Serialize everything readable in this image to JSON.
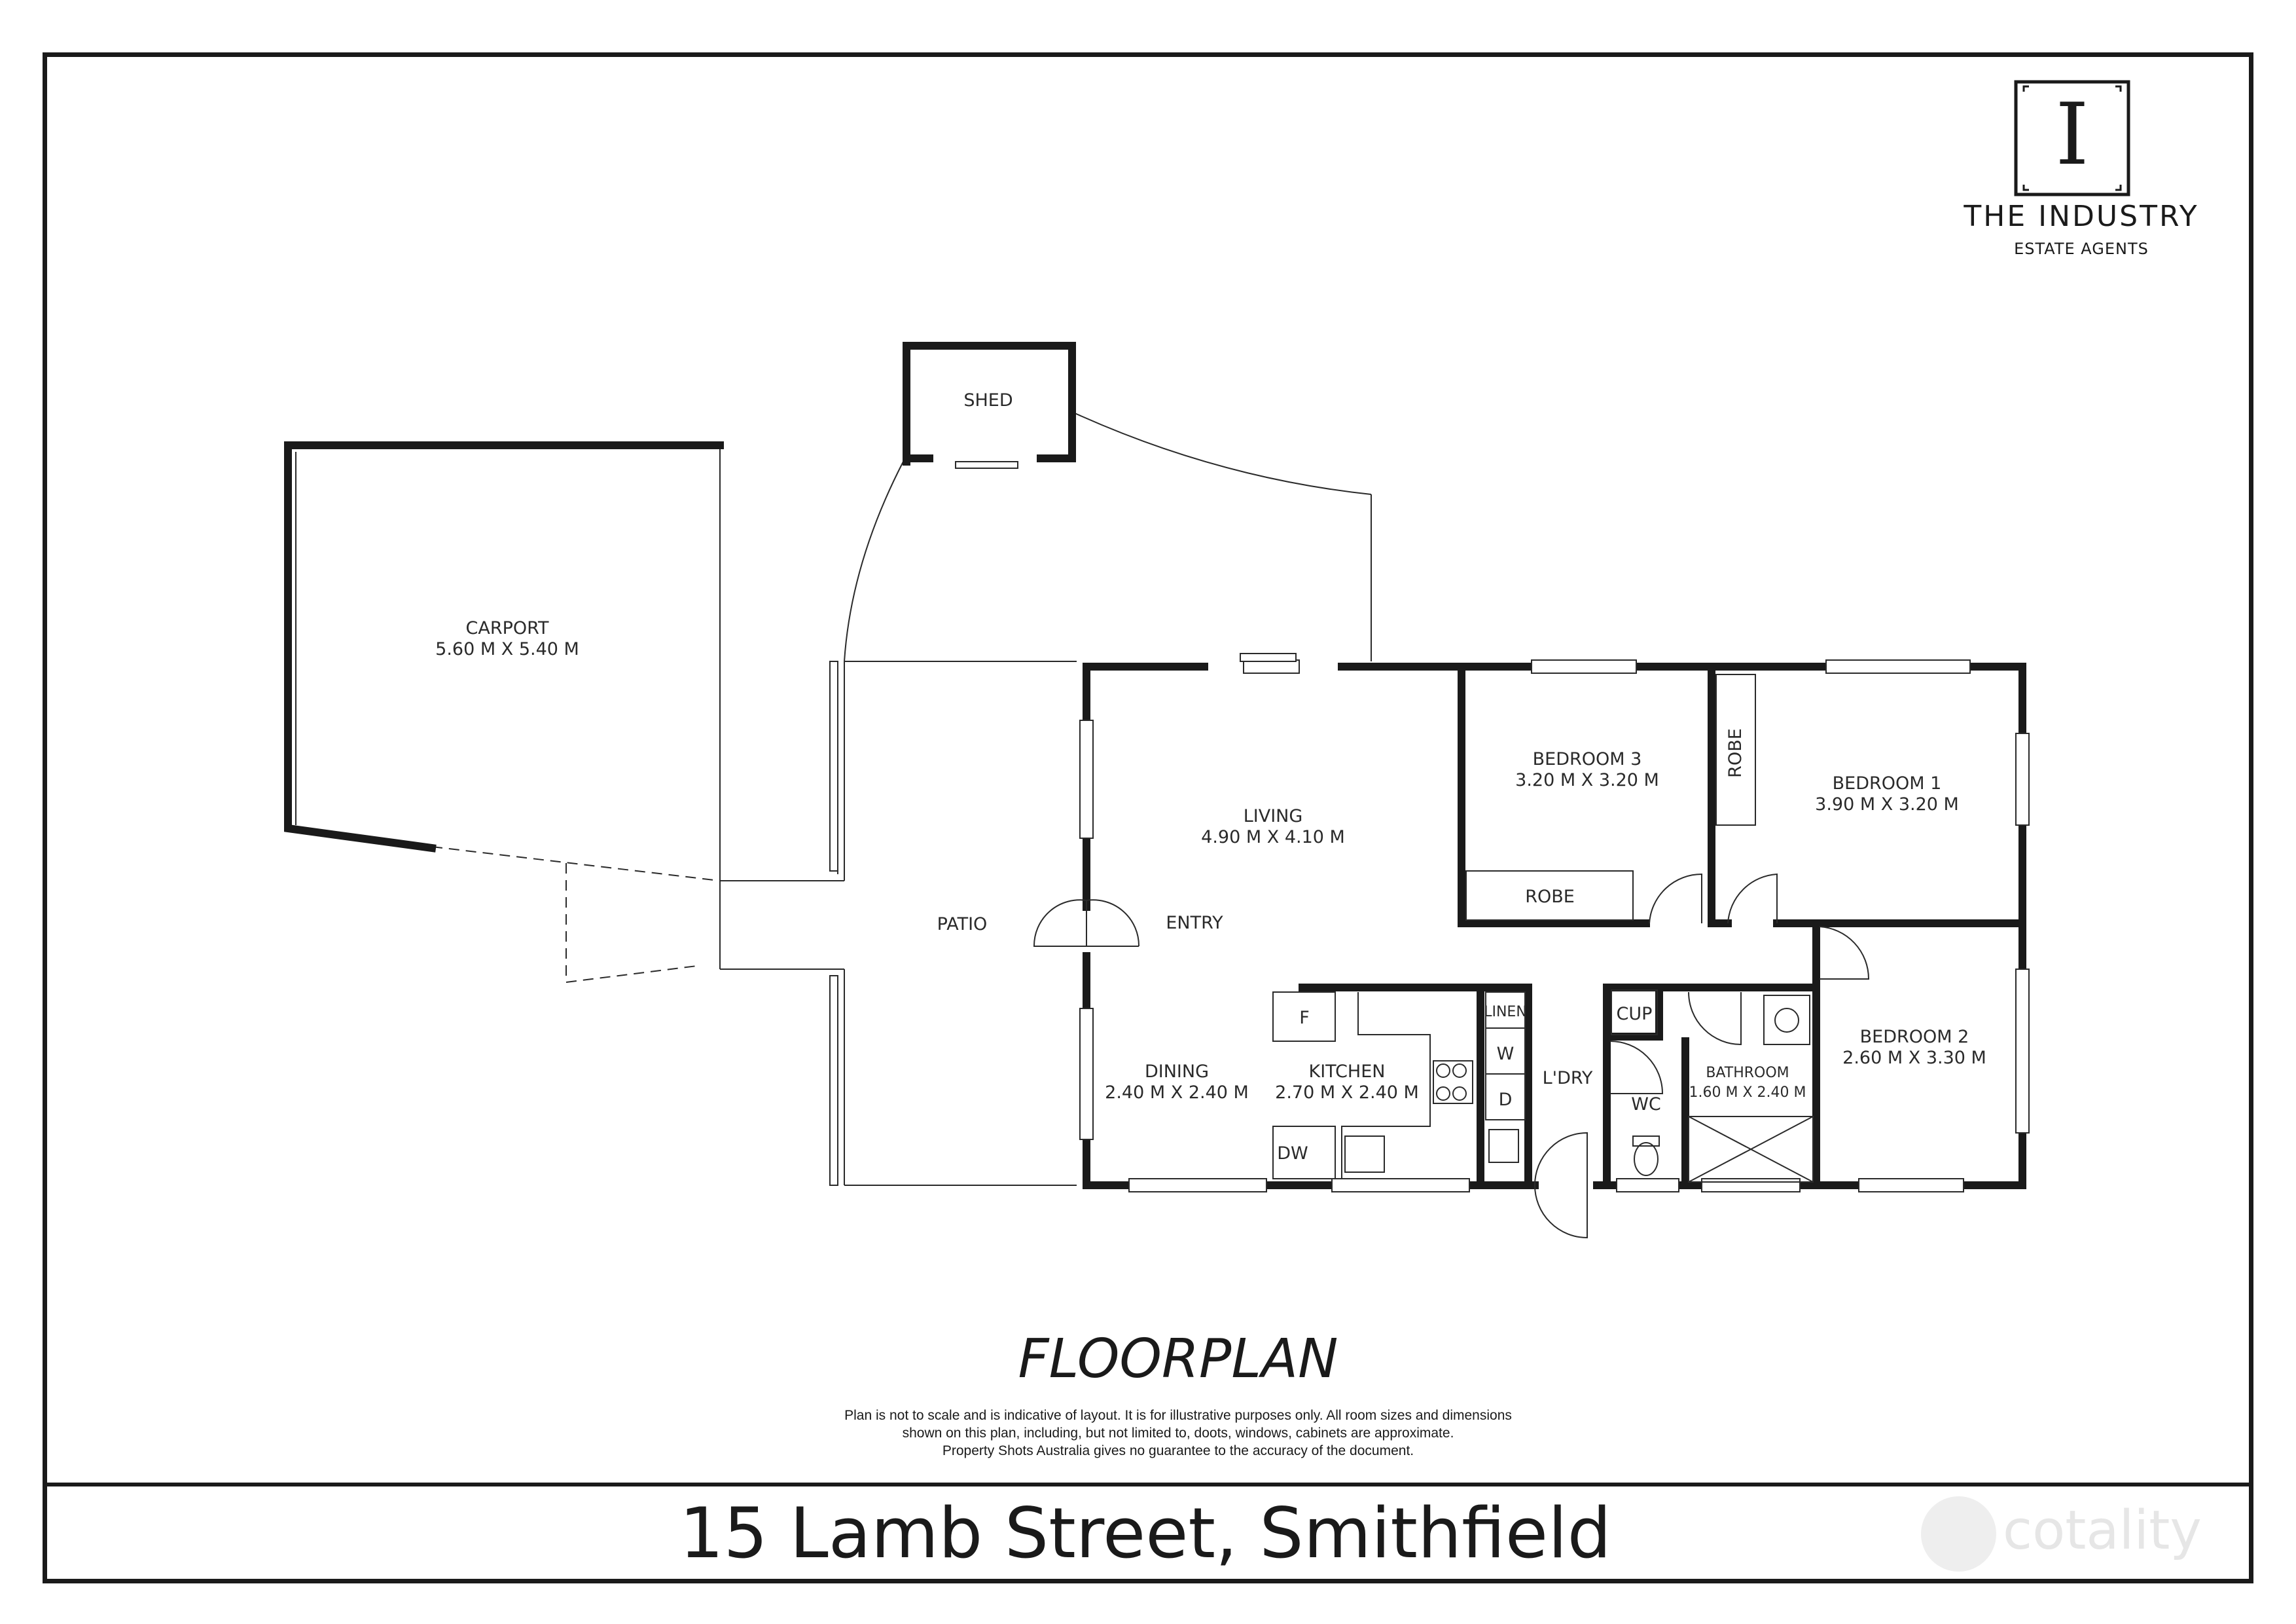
{
  "brand": {
    "monogram": "I",
    "name": "THE INDUSTRY",
    "subtitle": "ESTATE AGENTS"
  },
  "rooms": {
    "shed": {
      "name": "SHED"
    },
    "carport": {
      "name": "CARPORT",
      "size": "5.60 M X 5.40 M"
    },
    "patio": {
      "name": "PATIO"
    },
    "living": {
      "name": "LIVING",
      "size": "4.90 M X 4.10 M"
    },
    "entry": {
      "name": "ENTRY"
    },
    "dining": {
      "name": "DINING",
      "size": "2.40 M X 2.40 M"
    },
    "kitchen": {
      "name": "KITCHEN",
      "size": "2.70 M X 2.40 M"
    },
    "bedroom3": {
      "name": "BEDROOM 3",
      "size": "3.20 M X 3.20 M"
    },
    "bedroom1": {
      "name": "BEDROOM 1",
      "size": "3.90 M X 3.20 M"
    },
    "bedroom2": {
      "name": "BEDROOM 2",
      "size": "2.60 M X 3.30 M"
    },
    "bathroom": {
      "name": "BATHROOM",
      "size": "1.60 M X 2.40 M"
    },
    "laundry": {
      "name": "L'DRY"
    },
    "wc": {
      "name": "WC"
    }
  },
  "fixtures": {
    "robe_bed3": "ROBE",
    "robe_bed1": "ROBE",
    "cup": "CUP",
    "linen": "LINEN",
    "washer": "W",
    "dryer": "D",
    "fridge": "F",
    "dishwasher": "DW"
  },
  "plan_title": "FLOORPLAN",
  "disclaimer": [
    "Plan is not to scale and is indicative of layout. It is for illustrative purposes only. All room sizes and dimensions",
    "shown on this plan, including, but not limited to, doots, windows, cabinets are approximate.",
    "Property Shots Australia gives no guarantee to the accuracy of the document."
  ],
  "address": "15 Lamb Street, Smithfield",
  "watermark": "cotality"
}
